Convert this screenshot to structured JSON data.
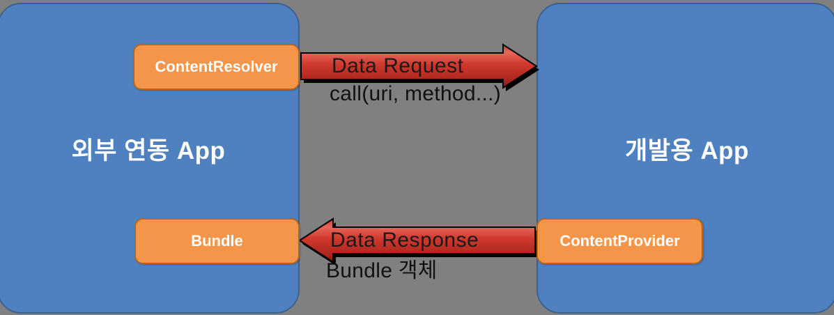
{
  "diagram": {
    "background_color": "#808080",
    "panels": [
      {
        "id": "external-app",
        "title": "외부 연동 App",
        "fill": "#4F81C0",
        "border": "#3B618F"
      },
      {
        "id": "dev-app",
        "title": "개발용 App",
        "fill": "#4F81C0",
        "border": "#3B618F"
      }
    ],
    "components": [
      {
        "id": "content-resolver",
        "label": "ContentResolver",
        "fill": "#F4954A",
        "border": "#B5651E"
      },
      {
        "id": "bundle",
        "label": "Bundle",
        "fill": "#F4954A",
        "border": "#B5651E"
      },
      {
        "id": "content-provider",
        "label": "ContentProvider",
        "fill": "#F4954A",
        "border": "#B5651E"
      }
    ],
    "arrows": [
      {
        "id": "data-request",
        "label": "Data Request",
        "caption": "call(uri, method...)",
        "direction": "right",
        "fill": "#CC3333"
      },
      {
        "id": "data-response",
        "label": "Data Response",
        "caption": "Bundle 객체",
        "direction": "left",
        "fill": "#CC3333"
      }
    ]
  }
}
